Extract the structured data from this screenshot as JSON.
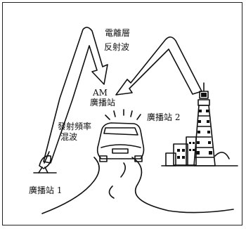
{
  "labels": {
    "ionosphere_line1": "電離層",
    "ionosphere_line2": "反射波",
    "am_line1": "AM",
    "am_line2": "廣播站",
    "mix_line1": "發射頻率",
    "mix_line2": "混波",
    "station2": "廣播站 2",
    "station1": "廣播站 1"
  },
  "colors": {
    "ink": "#111111",
    "background": "#ffffff"
  }
}
